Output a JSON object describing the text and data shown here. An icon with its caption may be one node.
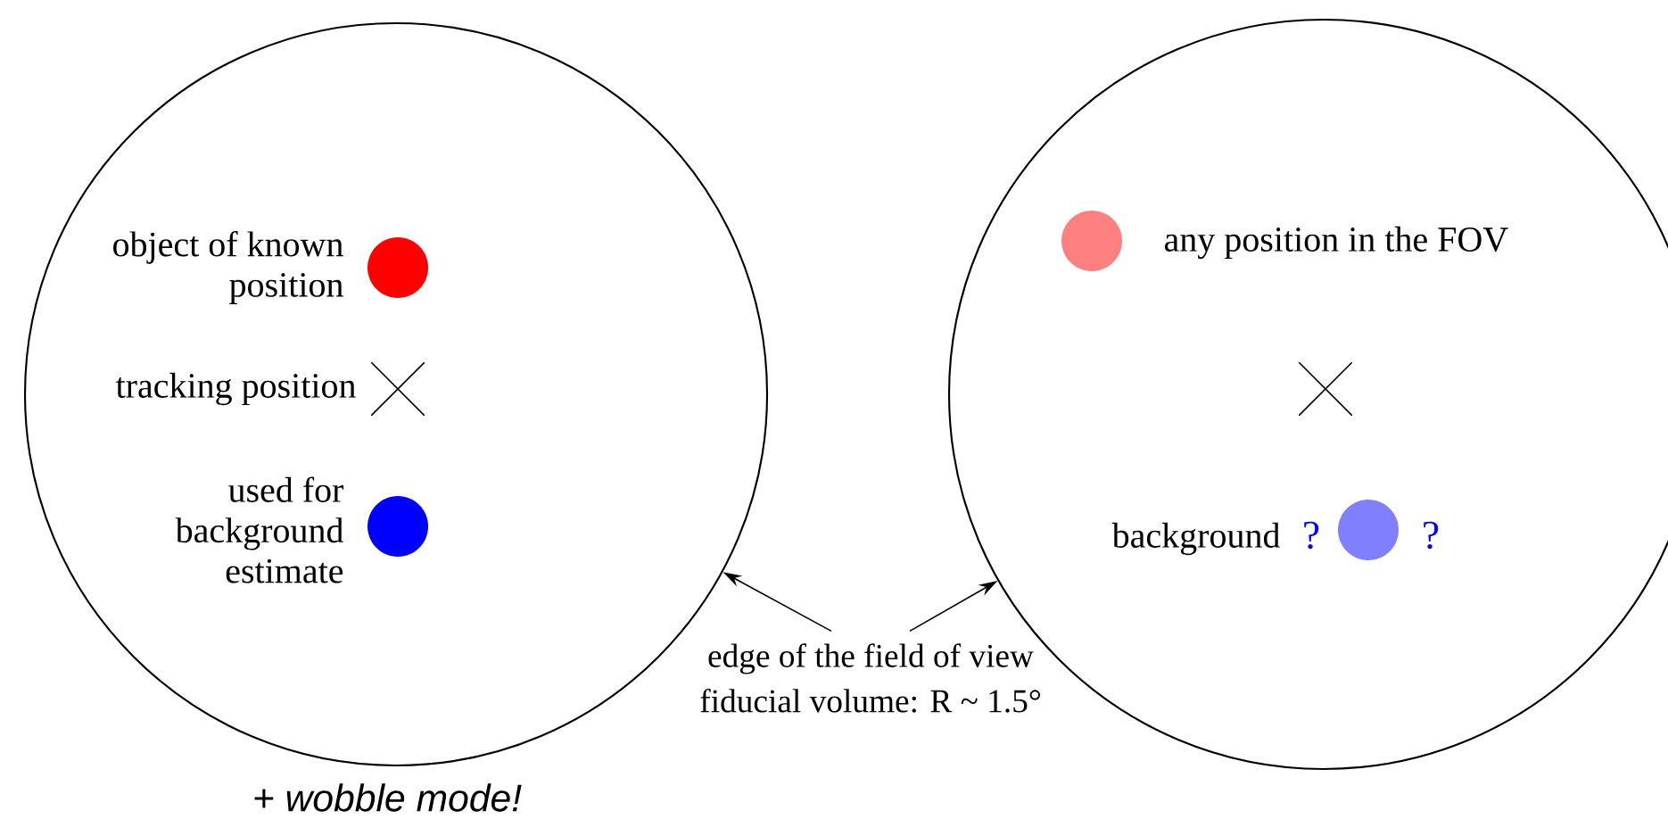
{
  "diagram": {
    "nodes": [
      {
        "text": [],
        "shape": "circle"
      },
      {
        "text": [],
        "shape": "circle",
        "in": 0,
        "beside": [
          "object of known position"
        ]
      },
      {
        "text": [],
        "shape": "cross",
        "in": 0,
        "beside": [
          "tracking position"
        ]
      },
      {
        "text": [],
        "shape": "circle",
        "in": 0,
        "beside": [
          "used for background estimate"
        ]
      },
      {
        "text": [],
        "shape": "circle"
      },
      {
        "text": [],
        "shape": "circle",
        "in": 4,
        "beside": [
          "any position in the FOV"
        ]
      },
      {
        "text": [],
        "shape": "cross",
        "in": 4
      },
      {
        "text": [],
        "shape": "circle",
        "in": 4,
        "beside": [
          "background",
          "?",
          "?"
        ]
      },
      {
        "text": [
          "edge of the field of view",
          "fiducial volume: R ~ 1.5°"
        ]
      }
    ],
    "edges": [
      {
        "from": 8,
        "to": 0,
        "arrow": "to"
      },
      {
        "from": 8,
        "to": 4,
        "arrow": "to"
      }
    ],
    "labels": [
      "+ wobble mode!"
    ]
  }
}
